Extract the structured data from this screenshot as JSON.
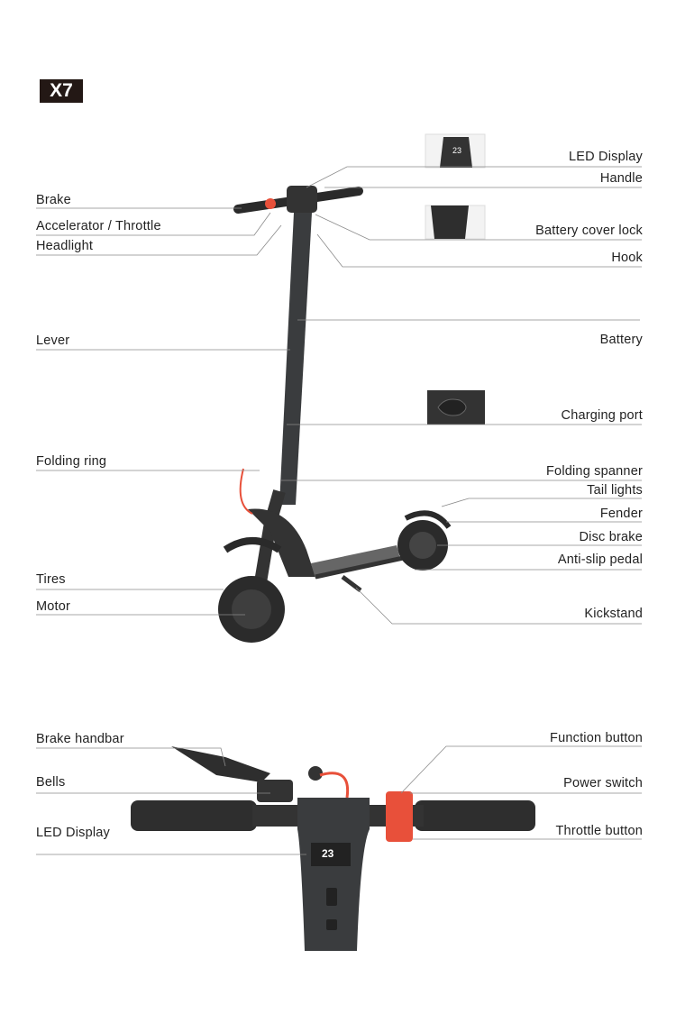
{
  "model_badge": "X7",
  "top_diagram": {
    "left_labels": [
      "Brake",
      "Accelerator / Throttle",
      "Headlight",
      "Lever",
      "Folding ring",
      "Tires",
      "Motor"
    ],
    "right_labels": [
      "LED Display",
      "Handle",
      "Battery cover lock",
      "Hook",
      "Battery",
      "Charging port",
      "Folding spanner",
      "Tail lights",
      "Fender",
      "Disc brake",
      "Anti-slip pedal",
      "Kickstand"
    ]
  },
  "bottom_diagram": {
    "left_labels": [
      "Brake handbar",
      "Bells",
      "LED Display"
    ],
    "right_labels": [
      "Function button",
      "Power switch",
      "Throttle button"
    ],
    "display_reading": "23"
  },
  "colors": {
    "badge": "#231815",
    "accent": "#e8503a",
    "line": "#8a8a8a",
    "body": "#3a3c3e"
  }
}
